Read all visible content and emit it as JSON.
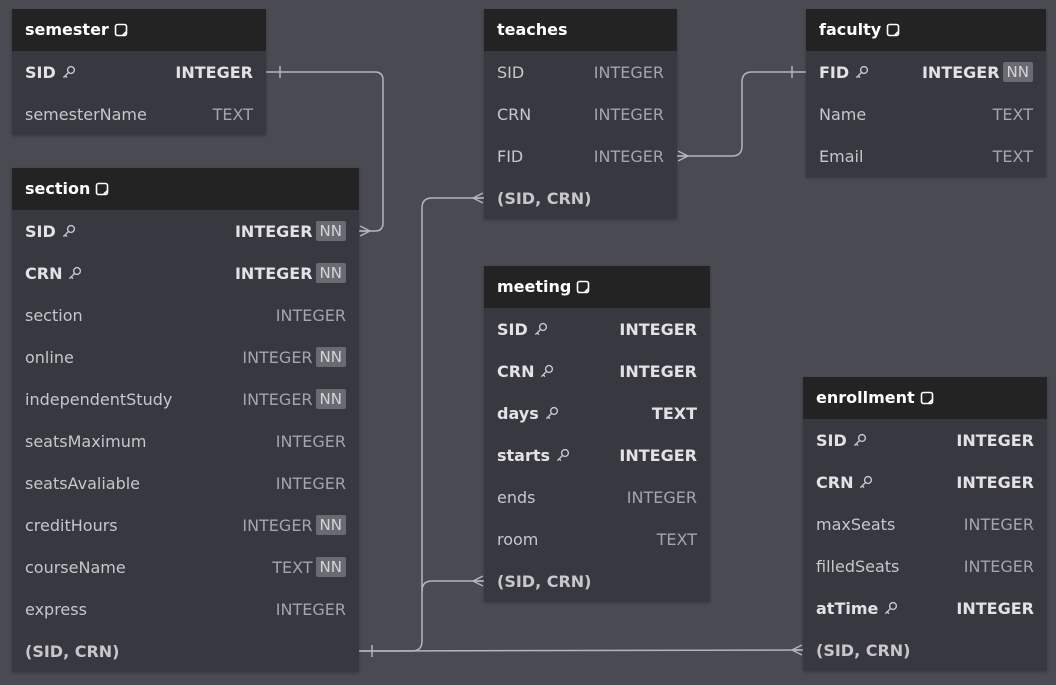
{
  "colors": {
    "background": "#4a4a52",
    "table_body": "#383940",
    "table_header": "#232323",
    "connector": "#b4b4bc",
    "nn_badge": "#6a6a72"
  },
  "icons": {
    "note": "note-icon",
    "key": "key-icon"
  },
  "tables": [
    {
      "id": "semester",
      "title": "semester",
      "columns": [
        {
          "name": "SID",
          "type": "INTEGER",
          "pk": true,
          "nn": false
        },
        {
          "name": "semesterName",
          "type": "TEXT",
          "pk": false,
          "nn": false
        }
      ]
    },
    {
      "id": "section",
      "title": "section",
      "columns": [
        {
          "name": "SID",
          "type": "INTEGER",
          "pk": true,
          "nn": true
        },
        {
          "name": "CRN",
          "type": "INTEGER",
          "pk": true,
          "nn": true
        },
        {
          "name": "section",
          "type": "INTEGER",
          "pk": false,
          "nn": false
        },
        {
          "name": "online",
          "type": "INTEGER",
          "pk": false,
          "nn": true
        },
        {
          "name": "independentStudy",
          "type": "INTEGER",
          "pk": false,
          "nn": true
        },
        {
          "name": "seatsMaximum",
          "type": "INTEGER",
          "pk": false,
          "nn": false
        },
        {
          "name": "seatsAvaliable",
          "type": "INTEGER",
          "pk": false,
          "nn": false
        },
        {
          "name": "creditHours",
          "type": "INTEGER",
          "pk": false,
          "nn": true
        },
        {
          "name": "courseName",
          "type": "TEXT",
          "pk": false,
          "nn": true
        },
        {
          "name": "express",
          "type": "INTEGER",
          "pk": false,
          "nn": false
        }
      ],
      "index": "(SID, CRN)"
    },
    {
      "id": "teaches",
      "title": "teaches",
      "noNote": true,
      "columns": [
        {
          "name": "SID",
          "type": "INTEGER",
          "pk": false,
          "nn": false
        },
        {
          "name": "CRN",
          "type": "INTEGER",
          "pk": false,
          "nn": false
        },
        {
          "name": "FID",
          "type": "INTEGER",
          "pk": false,
          "nn": false
        }
      ],
      "index": "(SID, CRN)"
    },
    {
      "id": "faculty",
      "title": "faculty",
      "columns": [
        {
          "name": "FID",
          "type": "INTEGER",
          "pk": true,
          "nn": true
        },
        {
          "name": "Name",
          "type": "TEXT",
          "pk": false,
          "nn": false
        },
        {
          "name": "Email",
          "type": "TEXT",
          "pk": false,
          "nn": false
        }
      ]
    },
    {
      "id": "meeting",
      "title": "meeting",
      "columns": [
        {
          "name": "SID",
          "type": "INTEGER",
          "pk": true,
          "nn": false
        },
        {
          "name": "CRN",
          "type": "INTEGER",
          "pk": true,
          "nn": false
        },
        {
          "name": "days",
          "type": "TEXT",
          "pk": true,
          "nn": false
        },
        {
          "name": "starts",
          "type": "INTEGER",
          "pk": true,
          "nn": false
        },
        {
          "name": "ends",
          "type": "INTEGER",
          "pk": false,
          "nn": false
        },
        {
          "name": "room",
          "type": "TEXT",
          "pk": false,
          "nn": false
        }
      ],
      "index": "(SID, CRN)"
    },
    {
      "id": "enrollment",
      "title": "enrollment",
      "columns": [
        {
          "name": "SID",
          "type": "INTEGER",
          "pk": true,
          "nn": false
        },
        {
          "name": "CRN",
          "type": "INTEGER",
          "pk": true,
          "nn": false
        },
        {
          "name": "maxSeats",
          "type": "INTEGER",
          "pk": false,
          "nn": false
        },
        {
          "name": "filledSeats",
          "type": "INTEGER",
          "pk": false,
          "nn": false
        },
        {
          "name": "atTime",
          "type": "INTEGER",
          "pk": true,
          "nn": false
        }
      ],
      "index": "(SID, CRN)"
    }
  ],
  "relations": [
    {
      "from": "semester.SID",
      "to": "section.SID",
      "cardinality": "one-to-many"
    },
    {
      "from": "faculty.FID",
      "to": "teaches.FID",
      "cardinality": "one-to-many"
    },
    {
      "from": "section.(SID, CRN)",
      "to": "teaches.(SID, CRN)",
      "cardinality": "one-to-many"
    },
    {
      "from": "section.(SID, CRN)",
      "to": "meeting.(SID, CRN)",
      "cardinality": "one-to-many"
    },
    {
      "from": "section.(SID, CRN)",
      "to": "enrollment.(SID, CRN)",
      "cardinality": "one-to-many"
    }
  ],
  "nn_label": "NN"
}
